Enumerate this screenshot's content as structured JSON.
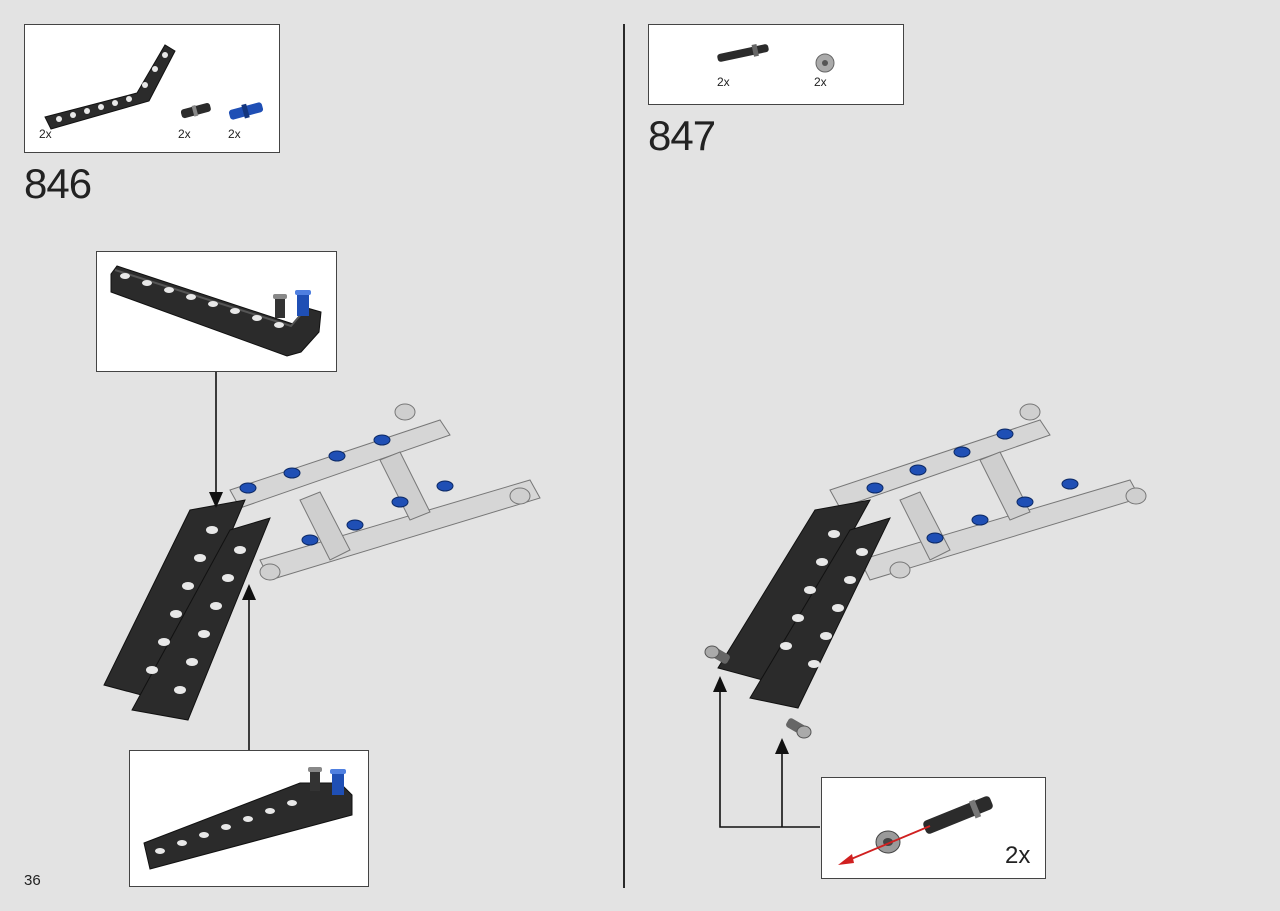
{
  "page_number": "36",
  "step1": {
    "number": "846",
    "parts": [
      {
        "name": "bent-beam",
        "qty": "2x"
      },
      {
        "name": "friction-pin-black",
        "qty": "2x"
      },
      {
        "name": "axle-pin-blue",
        "qty": "2x"
      }
    ]
  },
  "step2": {
    "number": "847",
    "parts": [
      {
        "name": "axle-black",
        "qty": "2x"
      },
      {
        "name": "bush-gray",
        "qty": "2x"
      }
    ],
    "callout_qty": "2x"
  },
  "colors": {
    "background": "#e3e3e3",
    "beam_dark": "#2b2b2b",
    "beam_light": "#d6d6d6",
    "pin_blue": "#1f4fb5",
    "arrow_red": "#d02020"
  }
}
